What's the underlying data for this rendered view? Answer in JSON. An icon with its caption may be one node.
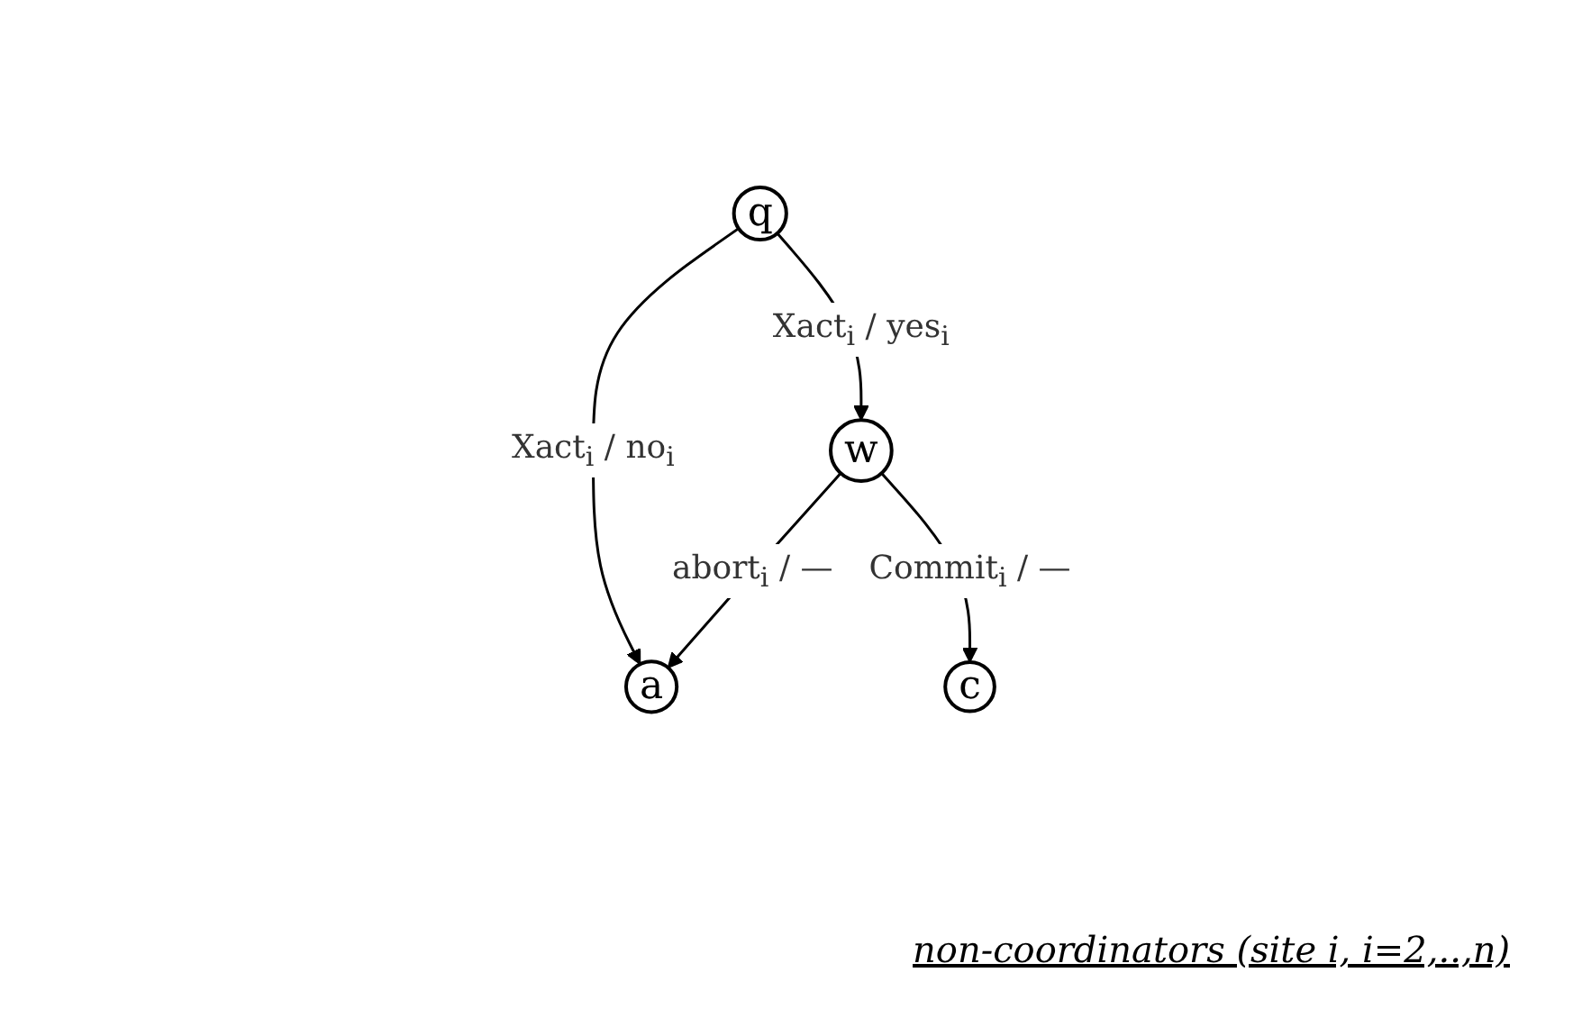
{
  "diagram": {
    "caption": "non-coordinators (site i, i=2,..,n)",
    "nodes": [
      {
        "text": [
          "q"
        ]
      },
      {
        "text": [
          "w"
        ]
      },
      {
        "text": [
          "a"
        ]
      },
      {
        "text": [
          "c"
        ]
      }
    ],
    "edges": [
      {
        "from": 0,
        "to": 1,
        "arrow": "to",
        "label": "Xact$_{i}$ / yes$_{i}$"
      },
      {
        "from": 0,
        "to": 2,
        "arrow": "to",
        "label": "Xact$_{i}$ / no$_{i}$"
      },
      {
        "from": 1,
        "to": 2,
        "arrow": "to",
        "label": "abort$_{i}$ / —"
      },
      {
        "from": 1,
        "to": 3,
        "arrow": "to",
        "label": "Commit$_{i}$ / —"
      }
    ]
  }
}
